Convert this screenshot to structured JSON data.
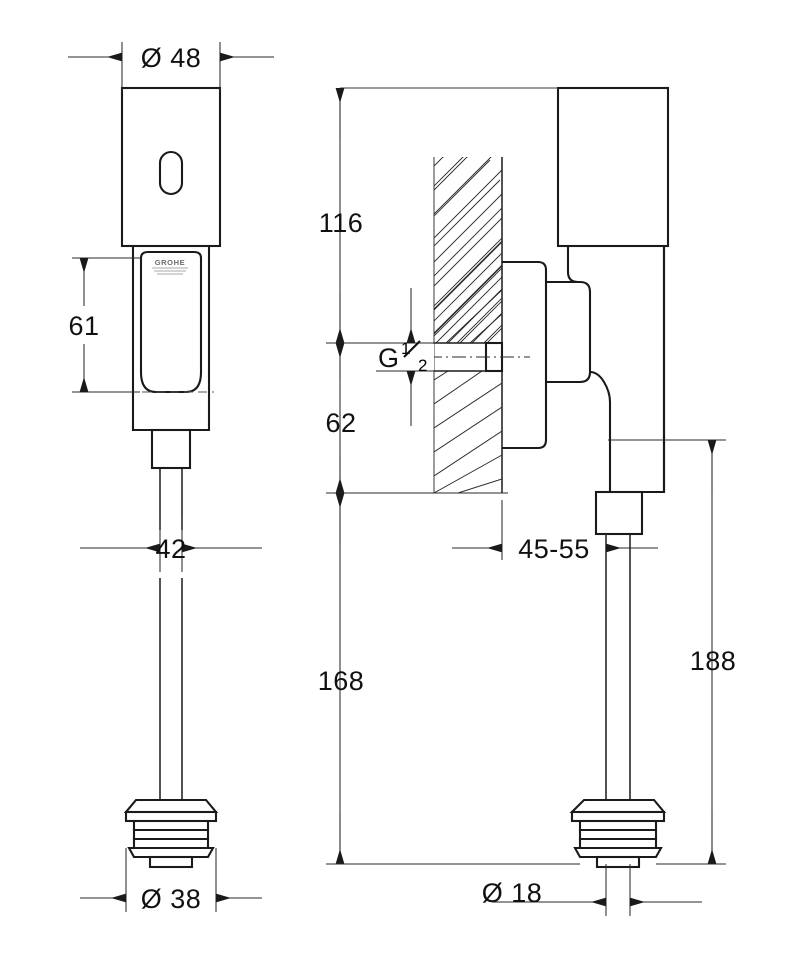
{
  "drawing": {
    "type": "technical-dimensional-drawing",
    "subject": "GROHE infrared flush valve",
    "brand_logo": "GROHE",
    "views": [
      {
        "id": "front-view",
        "name": "Front view",
        "position": "left"
      },
      {
        "id": "side-section-view",
        "name": "Side section view with wall",
        "position": "right"
      }
    ],
    "units": "mm"
  },
  "dimensions": {
    "front": {
      "head_diameter": "Ø 48",
      "body_height": "61",
      "tube_spacing": "42",
      "flange_diameter": "Ø 38"
    },
    "side": {
      "head_height": "116",
      "thread_spec_prefix": "G",
      "thread_numerator": "1",
      "thread_denominator": "2",
      "below_thread": "62",
      "wall_to_outlet": "45-55",
      "overall_drop": "168",
      "outlet_drop": "188",
      "outlet_diameter": "Ø 18"
    }
  },
  "labels": {
    "d48": "Ø 48",
    "d61": "61",
    "d42": "42",
    "d38": "Ø 38",
    "d116": "116",
    "g_letter": "G",
    "g_num": "1",
    "g_den": "2",
    "d62": "62",
    "d4555": "45-55",
    "d168": "168",
    "d188": "188",
    "d18": "Ø 18",
    "logo": "GROHE"
  },
  "colors": {
    "line": "#1a1a1a",
    "dim": "#2a2a2a",
    "hatch": "#2a2a2a",
    "background": "#ffffff",
    "logo": "#6d6d6d"
  }
}
